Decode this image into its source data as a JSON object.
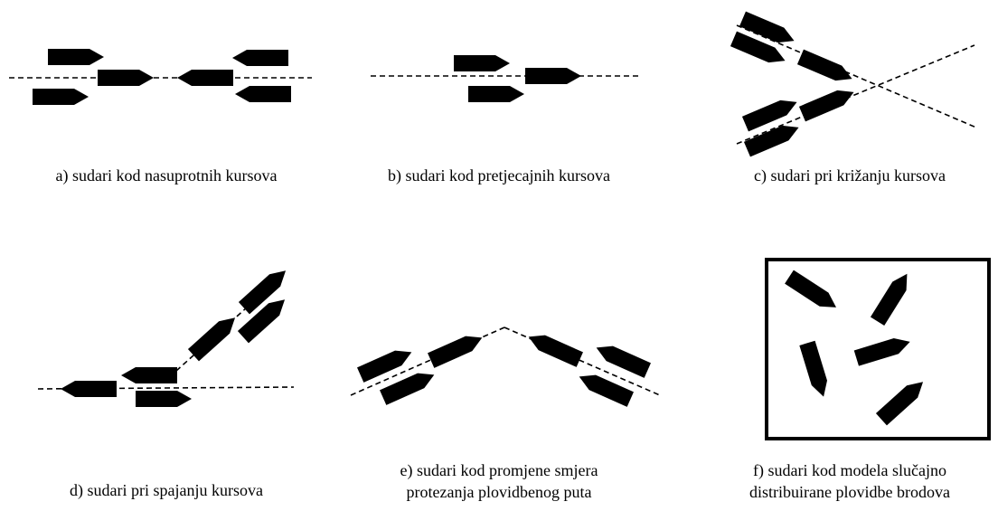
{
  "captions": {
    "a": "a) sudari kod nasuprotnih kursova",
    "b": "b) sudari kod pretjecajnih kursova",
    "c": "c) sudari pri križanju kursova",
    "d": "d) sudari pri spajanju kursova",
    "e_line1": "e) sudari kod promjene smjera",
    "e_line2": "protezanja plovidbenog puta",
    "f_line1": "f) sudari kod modela slučajno",
    "f_line2": "distribuirane plovidbe brodova"
  }
}
